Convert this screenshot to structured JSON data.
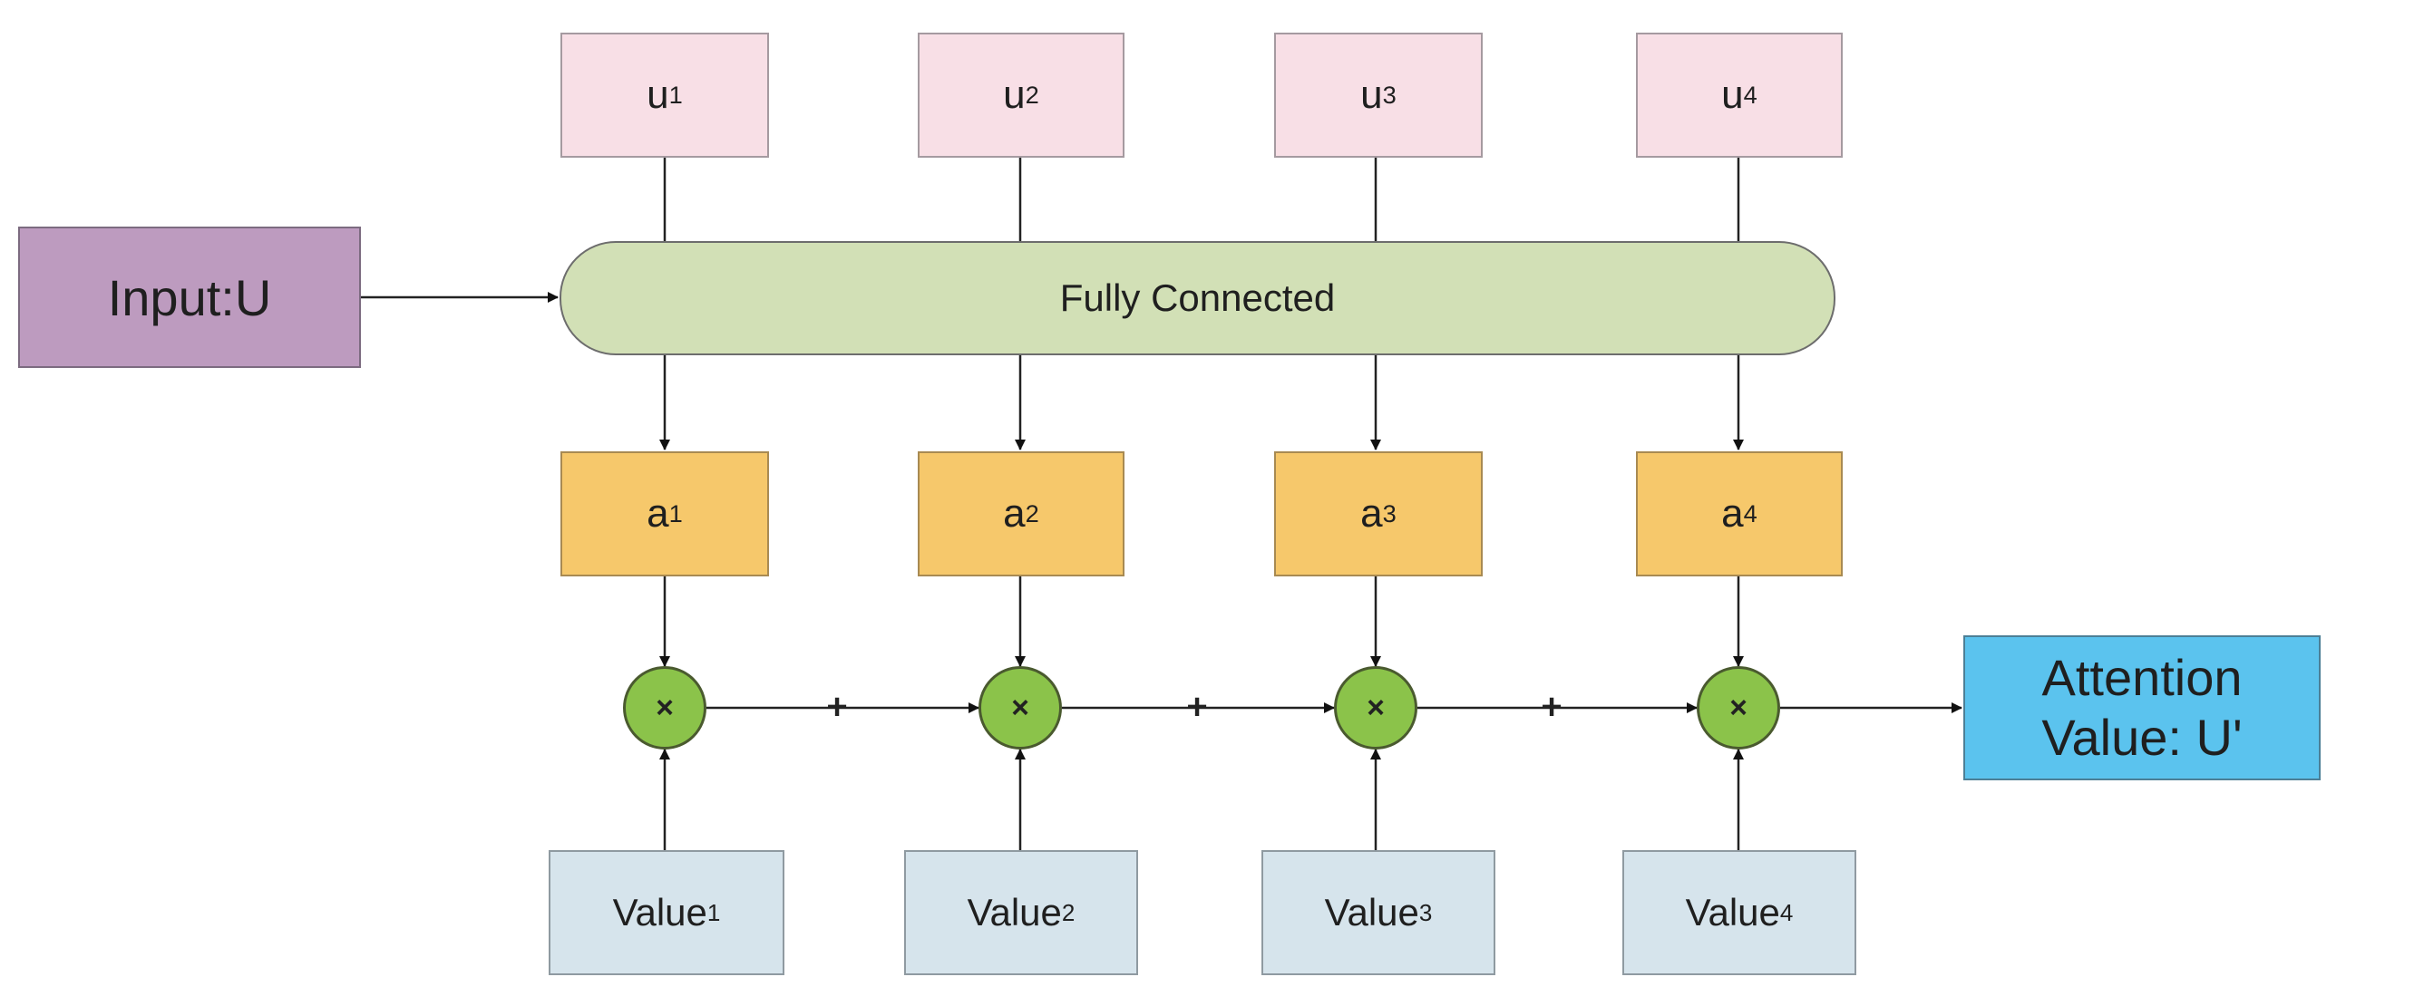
{
  "input_label": "Input:U",
  "fully_connected_label": "Fully Connected",
  "output_label_line1": "Attention",
  "output_label_line2": "Value: U'",
  "multiply_symbol": "×",
  "plus_symbol": "+",
  "columns": [
    {
      "u": "u",
      "a": "a",
      "value": "Value",
      "index": "1"
    },
    {
      "u": "u",
      "a": "a",
      "value": "Value",
      "index": "2"
    },
    {
      "u": "u",
      "a": "a",
      "value": "Value",
      "index": "3"
    },
    {
      "u": "u",
      "a": "a",
      "value": "Value",
      "index": "4"
    }
  ],
  "colors": {
    "u_box": "#f8dfe6",
    "a_box": "#f6c86b",
    "value_box": "#d6e4ec",
    "input_box": "#bd9bbf",
    "fully_connected": "#d2e0b6",
    "output_box": "#5bc3ee",
    "multiply_node": "#8bc34a"
  }
}
